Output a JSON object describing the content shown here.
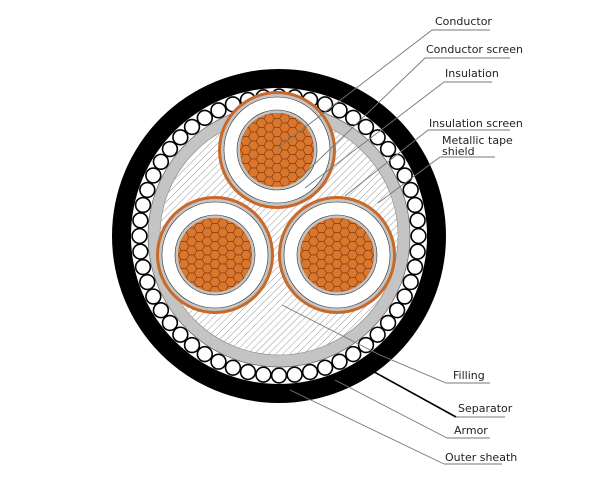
{
  "labels": {
    "conductor": "Conductor",
    "conductor_screen": "Conductor screen",
    "insulation": "Insulation",
    "insulation_screen": "Insulation screen",
    "metallic_tape_shield_1": "Metallic tape",
    "metallic_tape_shield_2": "shield",
    "filling": "Filling",
    "separator": "Separator",
    "armor": "Armor",
    "outer_sheath": "Outer sheath"
  },
  "colors": {
    "copper": "#d9772e",
    "copper_line": "#8a3f10",
    "sheath": "#000000",
    "screen": "#c4c4c4",
    "shield": "#c8692a"
  }
}
